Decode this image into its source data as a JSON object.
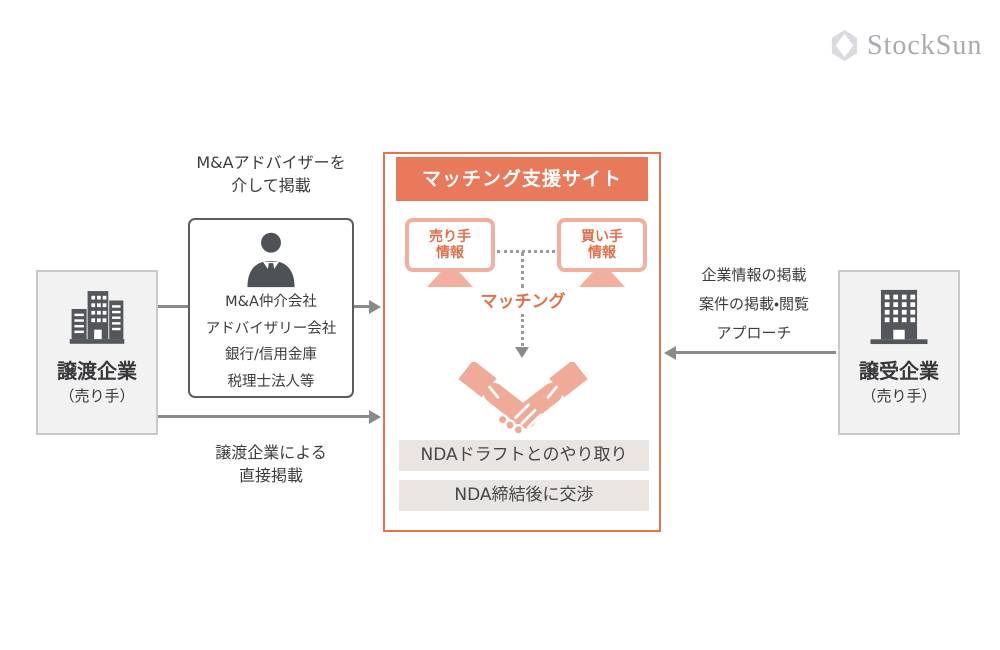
{
  "logo": {
    "name": "StockSun",
    "icon": "gem-icon"
  },
  "labels": {
    "via_advisor_line1": "M&Aアドバイザーを",
    "via_advisor_line2": "介して掲載",
    "direct_line1": "譲渡企業による",
    "direct_line2": "直接掲載",
    "buyer_actions": [
      "企業情報の掲載",
      "案件の掲載・閲覧",
      "アプローチ"
    ]
  },
  "left_company": {
    "title": "譲渡企業",
    "subtitle": "（売り手）"
  },
  "right_company": {
    "title": "譲受企業",
    "subtitle": "（売り手）"
  },
  "advisor_box": {
    "lines": [
      "M&A仲介会社",
      "アドバイザリー会社",
      "銀行/信用金庫",
      "税理士法人等"
    ]
  },
  "matching_site": {
    "title": "マッチング支援サイト",
    "seller_info_line1": "売り手",
    "seller_info_line2": "情報",
    "buyer_info_line1": "買い手",
    "buyer_info_line2": "情報",
    "matching_label": "マッチング",
    "steps": [
      "NDAドラフトとのやり取り",
      "NDA締結後に交渉"
    ]
  },
  "colors": {
    "accent_orange": "#e8795a",
    "border_orange": "#e5734b",
    "salmon": "#f2af9d",
    "orange_text": "#e0714d",
    "arrow_gray": "#8a8a8a",
    "bar_gray": "#e9e5e2",
    "box_gray_bg": "#f2f2f2",
    "icon_gray": "#53565b",
    "logo_gray": "#a9a9b2"
  }
}
